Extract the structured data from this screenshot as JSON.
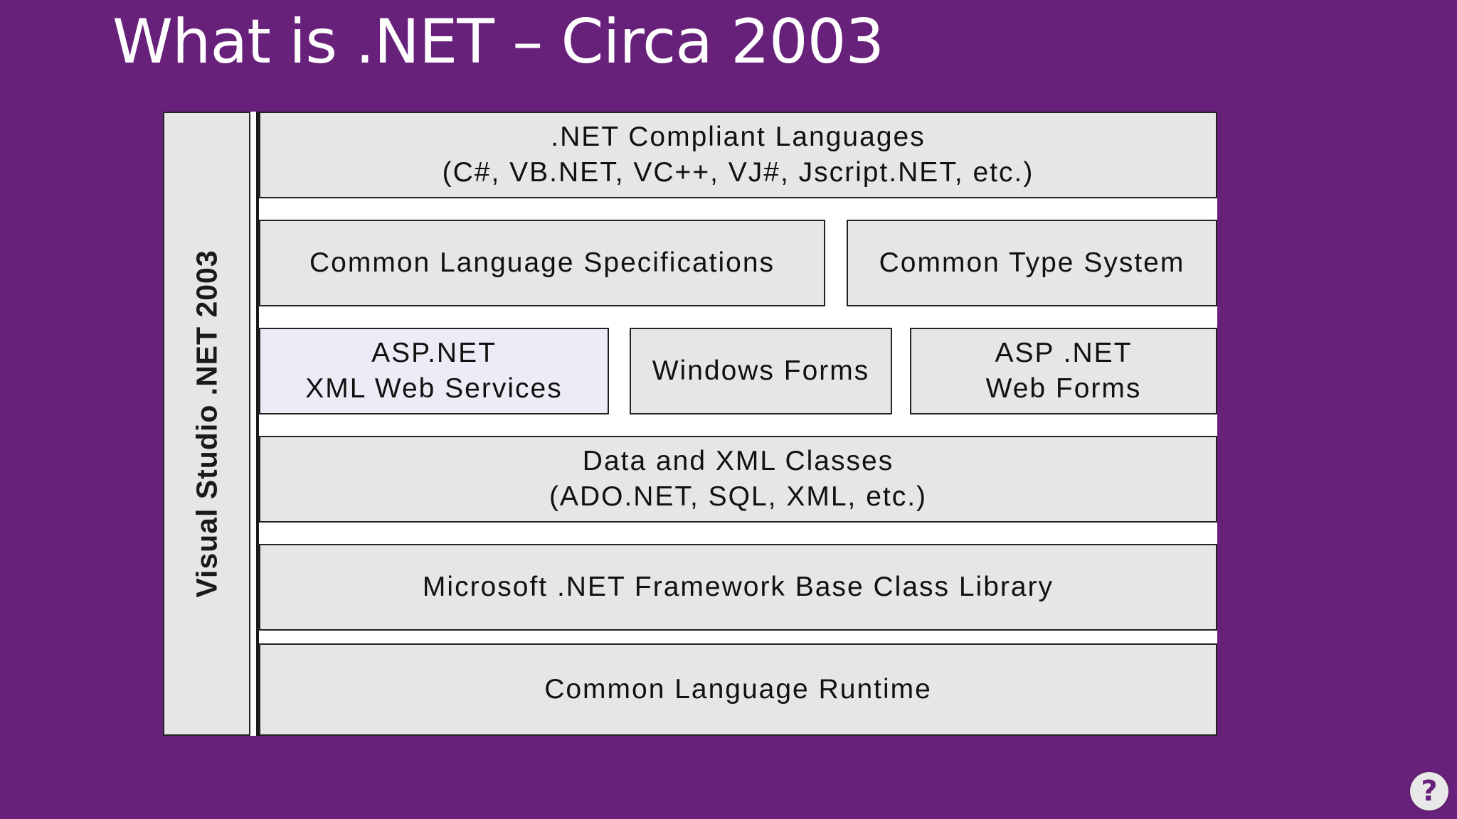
{
  "slide": {
    "title": "What is .NET – Circa 2003"
  },
  "diagram": {
    "side_label": "Visual Studio .NET 2003",
    "layers": {
      "languages": {
        "line1": ".NET Compliant Languages",
        "line2": "(C#, VB.NET, VC++, VJ#, Jscript.NET, etc.)"
      },
      "cls": {
        "line1": "Common Language Specifications"
      },
      "cts": {
        "line1": "Common Type System"
      },
      "web_services": {
        "line1": "ASP.NET",
        "line2": "XML Web Services"
      },
      "windows_forms": {
        "line1": "Windows Forms"
      },
      "web_forms": {
        "line1": "ASP .NET",
        "line2": "Web Forms"
      },
      "data_xml": {
        "line1": "Data and XML Classes",
        "line2": "(ADO.NET, SQL, XML, etc.)"
      },
      "bcl": {
        "line1": "Microsoft .NET Framework Base Class Library"
      },
      "clr": {
        "line1": "Common Language Runtime"
      }
    }
  },
  "help": {
    "icon": "question-mark-icon",
    "glyph": "?"
  },
  "colors": {
    "background": "#68217a",
    "box_fill": "#e6e6e6",
    "highlight_fill": "#ececf6",
    "border": "#222222"
  }
}
